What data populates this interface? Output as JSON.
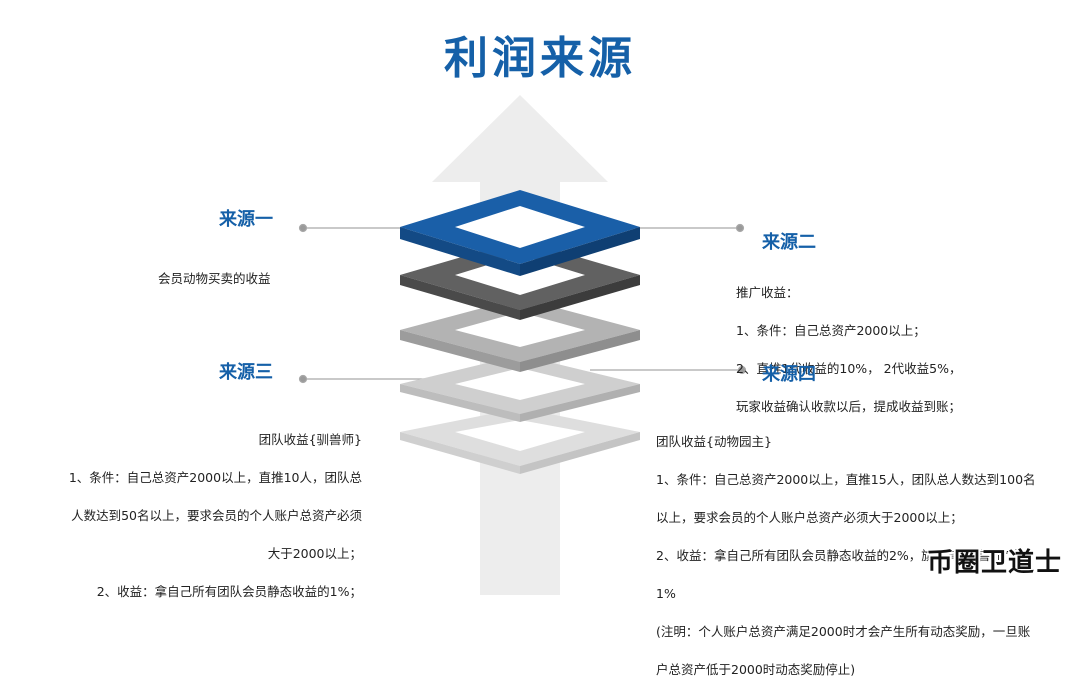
{
  "title": "利润来源",
  "sources": [
    {
      "heading": "来源一",
      "lines": [
        "会员动物买卖的收益"
      ]
    },
    {
      "heading": "来源二",
      "lines": [
        "推广收益：",
        "1、条件：自己总资产2000以上；",
        "2、直推1代收益的10%，  2代收益5%，",
        "玩家收益确认收款以后，提成收益到账；"
      ]
    },
    {
      "heading": "来源三",
      "lines": [
        "团队收益{驯兽师}",
        "1、条件：自己总资产2000以上，直推10人，团队总",
        "人数达到50名以上，要求会员的个人账户总资产必须",
        "大于2000以上；",
        "2、收益：拿自己所有团队会员静态收益的1%；"
      ]
    },
    {
      "heading": "来源四",
      "lines": [
        "团队收益{动物园主}",
        "1、条件：自己总资产2000以上，直推15人，团队总人数达到100名",
        "以上，要求会员的个人账户总资产必须大于2000以上；",
        "2、收益：拿自己所有团队会员静态收益的2%，旗下有“驯兽师”拿",
        "1%",
        "(注明：个人账户总资产满足2000时才会产生所有动态奖励，一旦账",
        "户总资产低于2000时动态奖励停止)"
      ]
    }
  ],
  "watermark": "币圈卫道士",
  "colors": {
    "accent": "#1560a8",
    "layer_blue": "#1a5fa8",
    "layer_dark": "#606060",
    "arrow": "#ededed"
  }
}
